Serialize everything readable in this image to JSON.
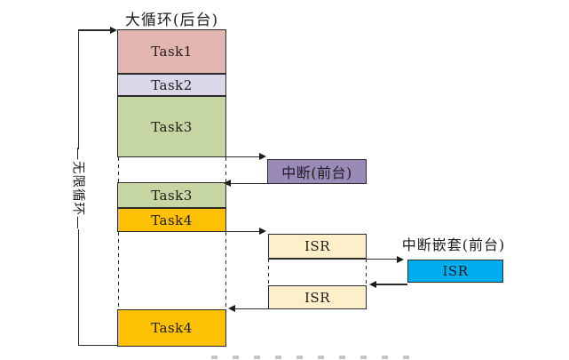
{
  "title": "大循环(后台)",
  "loop_label": "—无限循环—",
  "column": {
    "task1": "Task1",
    "task2": "Task2",
    "task3_first": "Task3",
    "task3_resume": "Task3",
    "task4_first": "Task4",
    "task4_resume": "Task4"
  },
  "interrupt": {
    "label": "中断(前台)"
  },
  "isr_first": {
    "label": "ISR"
  },
  "isr_resume": {
    "label": "ISR"
  },
  "nested": {
    "title": "中断嵌套(前台)",
    "label": "ISR"
  },
  "colors": {
    "task1": "#e3b5b1",
    "task2": "#dcd7e8",
    "task3": "#c5d6a2",
    "task4": "#fdc101",
    "interrupt": "#998ab8",
    "isr": "#fdefca",
    "nested_isr": "#00aeef",
    "line": "#2b2b2b"
  }
}
